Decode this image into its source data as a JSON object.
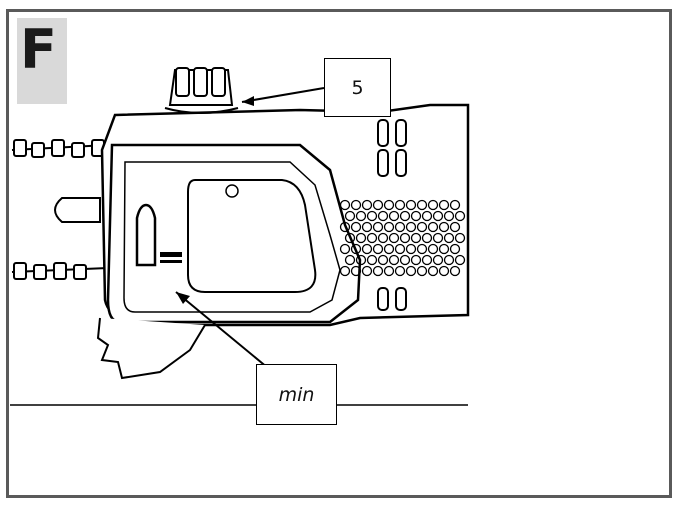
{
  "figure": {
    "letter": "F"
  },
  "callouts": {
    "part_number": "5",
    "oil_level_mark": "min"
  },
  "colors": {
    "frame": "#5a5a5a",
    "badge": "#d9d9d9",
    "line": "#000000"
  }
}
